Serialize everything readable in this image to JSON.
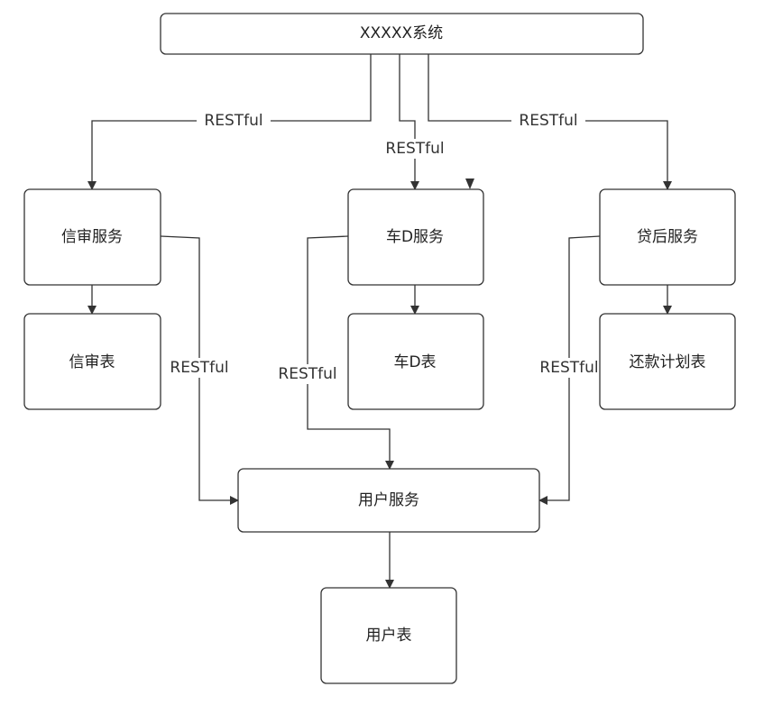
{
  "nodes": {
    "system": "XXXXX系统",
    "credit_service": "信审服务",
    "car_service": "车D服务",
    "postloan_service": "贷后服务",
    "credit_table": "信审表",
    "car_table": "车D表",
    "repay_table": "还款计划表",
    "user_service": "用户服务",
    "user_table": "用户表"
  },
  "edge_labels": {
    "system_to_credit": "RESTful",
    "system_to_car": "RESTful",
    "system_to_postloan": "RESTful",
    "credit_to_user": "RESTful",
    "car_to_user": "RESTful",
    "postloan_to_user": "RESTful"
  }
}
